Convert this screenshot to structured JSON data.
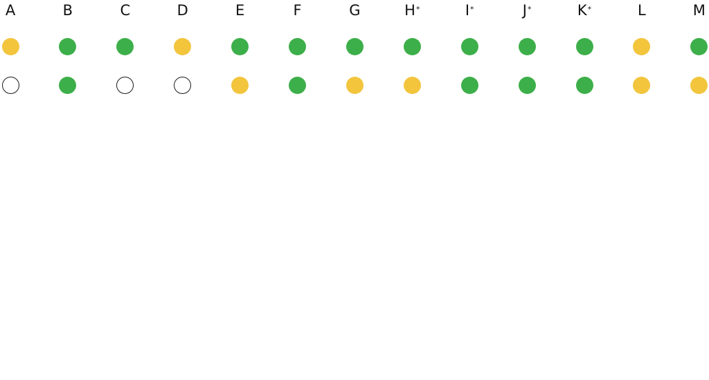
{
  "colors": {
    "green": "#3daf4a",
    "yellow": "#f2c53d",
    "empty": "#ffffff",
    "outline": "#1a1a1a"
  },
  "columns": [
    {
      "label": "A",
      "mark": ""
    },
    {
      "label": "B",
      "mark": ""
    },
    {
      "label": "C",
      "mark": ""
    },
    {
      "label": "D",
      "mark": ""
    },
    {
      "label": "E",
      "mark": ""
    },
    {
      "label": "F",
      "mark": ""
    },
    {
      "label": "G",
      "mark": ""
    },
    {
      "label": "H",
      "mark": "*"
    },
    {
      "label": "I",
      "mark": "*"
    },
    {
      "label": "J",
      "mark": "*"
    },
    {
      "label": "K",
      "mark": "*"
    },
    {
      "label": "L",
      "mark": ""
    },
    {
      "label": "M",
      "mark": ""
    }
  ],
  "rows": [
    [
      "yellow",
      "green",
      "green",
      "yellow",
      "green",
      "green",
      "green",
      "green",
      "green",
      "green",
      "green",
      "yellow",
      "green"
    ],
    [
      "empty",
      "green",
      "empty",
      "empty",
      "yellow",
      "green",
      "yellow",
      "yellow",
      "green",
      "green",
      "green",
      "yellow",
      "yellow"
    ]
  ]
}
